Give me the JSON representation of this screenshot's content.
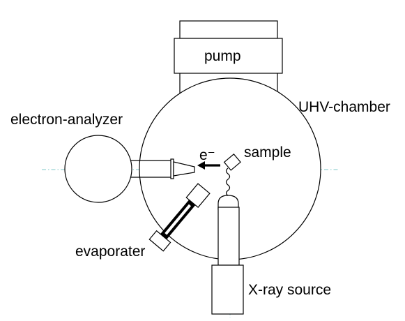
{
  "labels": {
    "pump": "pump",
    "chamber": "UHV-chamber",
    "analyzer": "electron-analyzer",
    "electron": "e⁻",
    "sample": "sample",
    "evaporator": "evaporater",
    "xray": "X-ray source"
  },
  "colors": {
    "outline": "#000000",
    "axis_lines": "#7fc8c8",
    "background": "#ffffff"
  }
}
